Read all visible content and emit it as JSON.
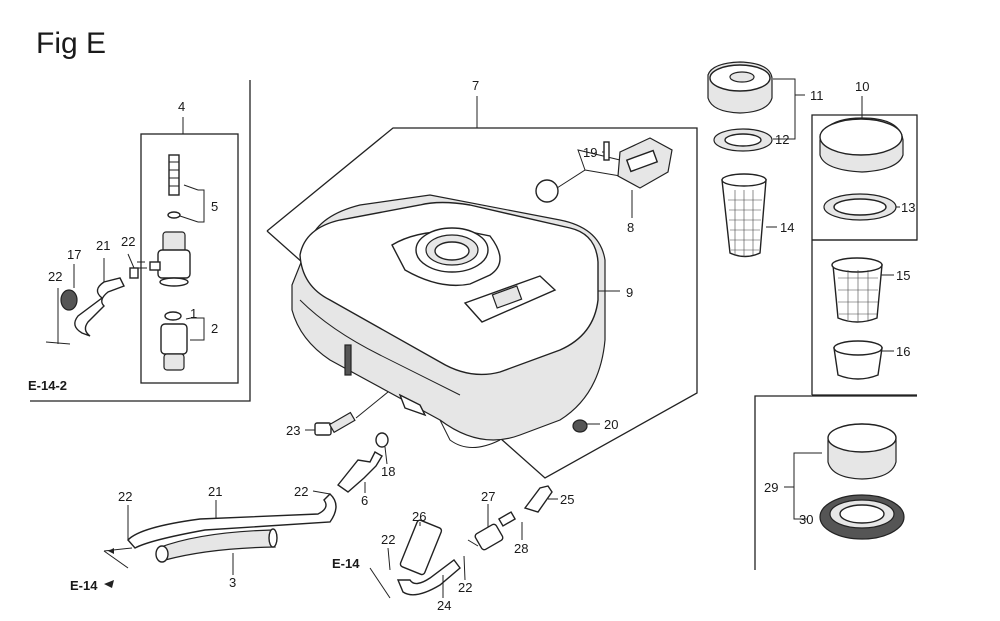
{
  "figure": {
    "title": "Fig E"
  },
  "labels": {
    "p1": "1",
    "p2": "2",
    "p3": "3",
    "p4": "4",
    "p5": "5",
    "p6": "6",
    "p7": "7",
    "p8": "8",
    "p9": "9",
    "p10": "10",
    "p11": "11",
    "p12": "12",
    "p13": "13",
    "p14": "14",
    "p15": "15",
    "p16": "16",
    "p17": "17",
    "p18": "18",
    "p19": "19",
    "p20": "20",
    "p21a": "21",
    "p21b": "21",
    "p22a": "22",
    "p22b": "22",
    "p22c": "22",
    "p22d": "22",
    "p22e": "22",
    "p22f": "22",
    "p23": "23",
    "p24": "24",
    "p25": "25",
    "p26": "26",
    "p27": "27",
    "p28": "28",
    "p29": "29",
    "p30": "30"
  },
  "refs": {
    "e142": "E-14-2",
    "e14a": "E-14",
    "e14b": "E-14"
  }
}
